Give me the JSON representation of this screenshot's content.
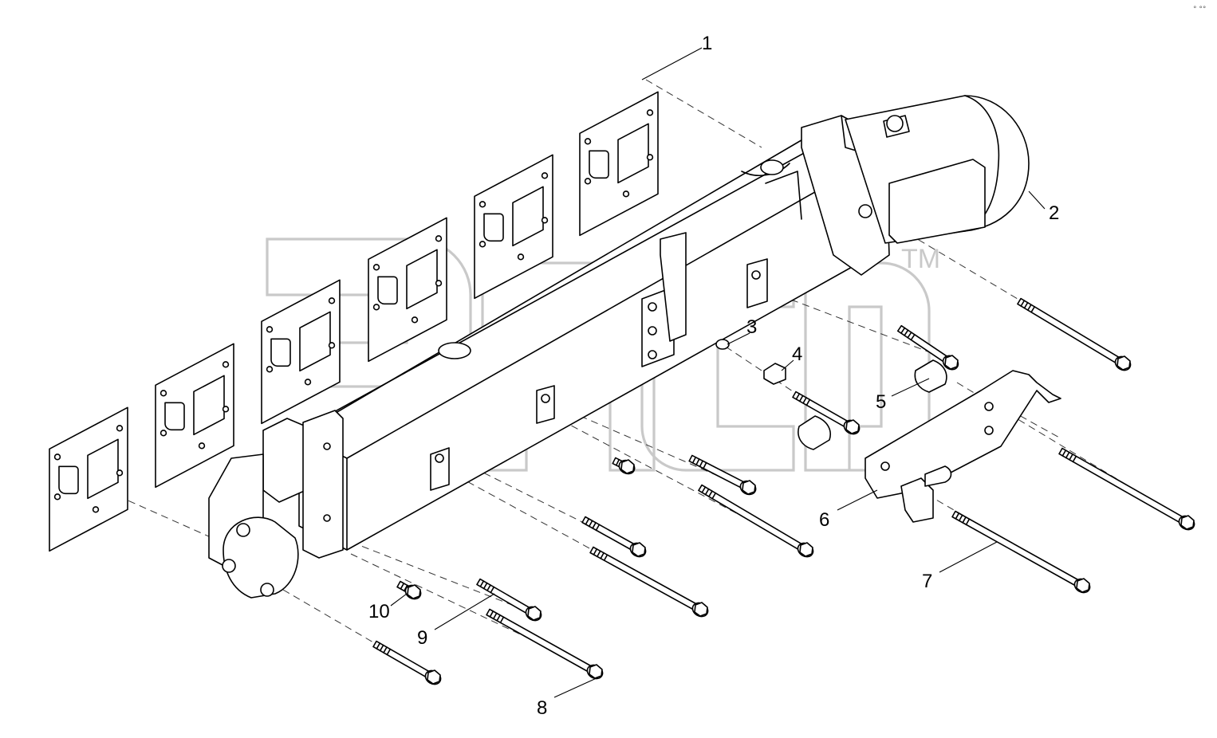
{
  "callouts": [
    {
      "id": "1",
      "label": "1"
    },
    {
      "id": "2",
      "label": "2"
    },
    {
      "id": "3",
      "label": "3"
    },
    {
      "id": "4",
      "label": "4"
    },
    {
      "id": "5",
      "label": "5"
    },
    {
      "id": "6",
      "label": "6"
    },
    {
      "id": "7",
      "label": "7"
    },
    {
      "id": "8",
      "label": "8"
    },
    {
      "id": "9",
      "label": "9"
    },
    {
      "id": "10",
      "label": "10"
    }
  ],
  "watermark": {
    "trademark": "TM"
  },
  "corner_mark": "° °°"
}
